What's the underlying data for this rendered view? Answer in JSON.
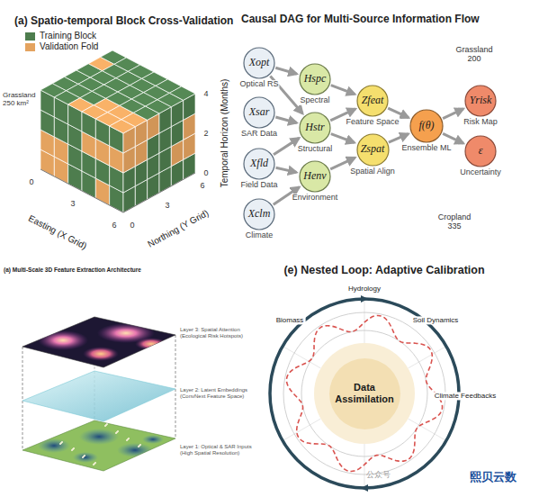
{
  "diagram": {
    "nodes": [
      {
        "text": [
          "Xopt",
          "Optical RS"
        ]
      },
      {
        "text": [
          "Xsar",
          "SAR Data"
        ]
      },
      {
        "text": [
          "Xfld",
          "Field Data"
        ]
      },
      {
        "text": [
          "Xclm",
          "Climate"
        ]
      },
      {
        "text": [
          "Hspc",
          "Spectral"
        ]
      },
      {
        "text": [
          "Hstr",
          "Structural"
        ]
      },
      {
        "text": [
          "Henv",
          "Environment"
        ]
      },
      {
        "text": [
          "Zfeat",
          "Feature Space"
        ]
      },
      {
        "text": [
          "Zspat",
          "Spatial Align"
        ]
      },
      {
        "text": [
          "f(θ)",
          "Ensemble ML"
        ]
      },
      {
        "text": [
          "Yrisk",
          "Risk Map"
        ]
      },
      {
        "text": [
          "ε",
          "Uncertainty"
        ]
      },
      {
        "text": [
          "Data Assimilation"
        ]
      }
    ],
    "edges": [
      {
        "from": 0,
        "to": 4,
        "arrow": "to"
      },
      {
        "from": 0,
        "to": 5,
        "arrow": "to"
      },
      {
        "from": 1,
        "to": 5,
        "arrow": "to"
      },
      {
        "from": 2,
        "to": 5,
        "arrow": "to"
      },
      {
        "from": 2,
        "to": 6,
        "arrow": "to"
      },
      {
        "from": 3,
        "to": 6,
        "arrow": "to"
      },
      {
        "from": 4,
        "to": 7,
        "arrow": "to"
      },
      {
        "from": 5,
        "to": 7,
        "arrow": "to"
      },
      {
        "from": 5,
        "to": 8,
        "arrow": "to"
      },
      {
        "from": 6,
        "to": 8,
        "arrow": "to"
      },
      {
        "from": 7,
        "to": 9,
        "arrow": "to"
      },
      {
        "from": 8,
        "to": 9,
        "arrow": "to"
      },
      {
        "from": 9,
        "to": 10,
        "arrow": "to"
      },
      {
        "from": 9,
        "to": 11,
        "arrow": "to"
      }
    ],
    "labels": [
      "(a) Spatio-temporal Block Cross-Validation",
      "Grassland 250 km²",
      "0",
      "3",
      "6",
      "Easting (X Grid)",
      "0",
      "3",
      "6",
      "Northing (Y Grid)",
      "0",
      "2",
      "4",
      "Temporal Horizon (Months)",
      "Causal DAG for Multi-Source Information Flow",
      "Grassland 200",
      "Cropland 335",
      "(a) Multi-Scale 3D Feature Extraction Architecture",
      "Layer 3: Spatial Attention (Ecological Risk Hotspots)",
      "Layer 2: Latent Embeddings (ConvNext Feature Space)",
      "Layer 1: Optical & SAR Inputs (High Spatial Resolution)",
      "(e) Nested Loop: Adaptive Calibration",
      "Hydrology",
      "Soil Dynamics",
      "Climate Feedbacks",
      "Biomass",
      "公众号",
      "熙贝云数"
    ],
    "legend": [
      {
        "text": "Training Block",
        "color": "#4e7d4e"
      },
      {
        "text": "Validation Fold",
        "color": "#e4a35f"
      }
    ]
  }
}
